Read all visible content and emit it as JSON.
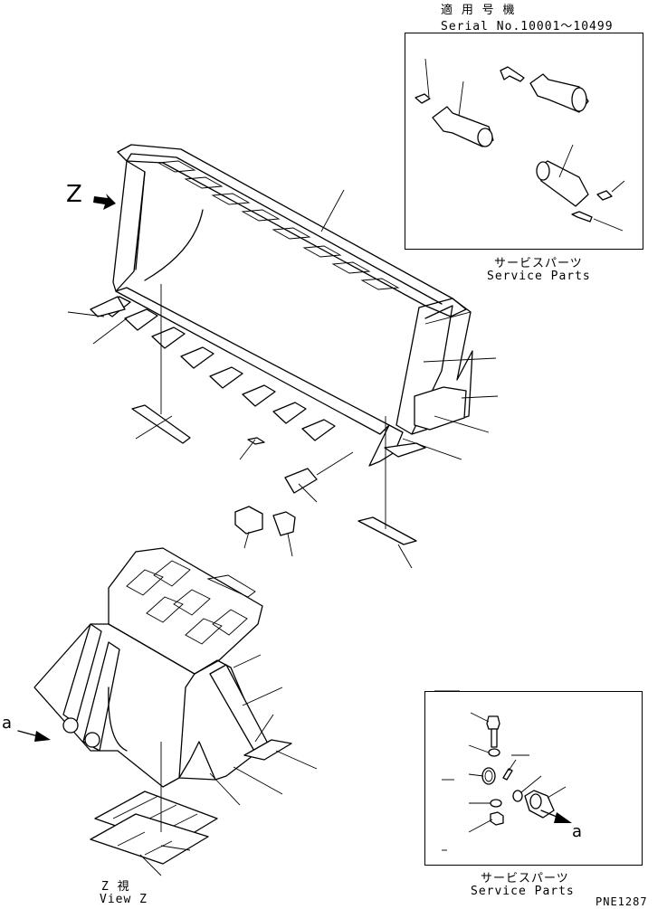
{
  "serial": {
    "jp": "適 用 号 機",
    "en": "Serial No.10001〜10499"
  },
  "service_parts_top": {
    "jp": "サービスパーツ",
    "en": "Service Parts"
  },
  "service_parts_bottom": {
    "jp": "サービスパーツ",
    "en": "Service Parts"
  },
  "view_marker": "Z",
  "view_label": {
    "jp": "Z  視",
    "en": "View Z"
  },
  "arrow_a_left": "a",
  "arrow_a_right": "a",
  "page_code": "PNE1287",
  "colors": {
    "line": "#000000",
    "background": "#ffffff"
  }
}
